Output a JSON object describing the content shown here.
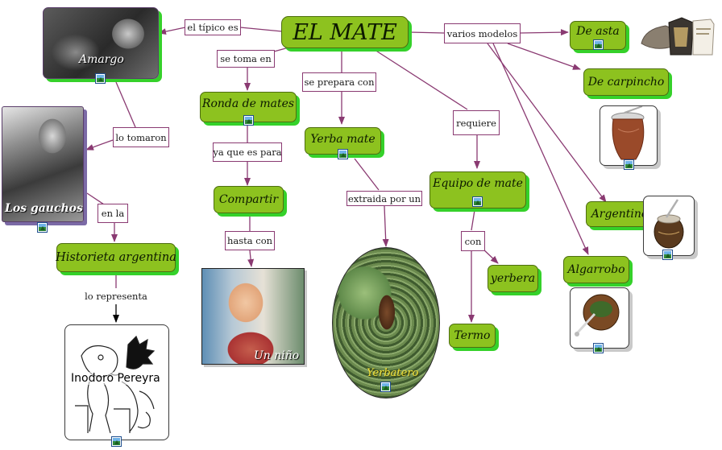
{
  "title": "EL MATE",
  "concepts": {
    "amargo": "Amargo",
    "los_gauchos": "Los gauchos",
    "historieta": "Historieta argentina",
    "inodoro": "Inodoro Pereyra",
    "ronda": "Ronda de mates",
    "compartir": "Compartir",
    "un_nino": "Un niño",
    "yerba_mate": "Yerba mate",
    "yerbatero": "Yerbatero",
    "equipo": "Equipo de mate",
    "yerbera": "yerbera",
    "termo": "Termo",
    "de_asta": "De asta",
    "de_carpincho": "De carpincho",
    "argentino": "Argentino",
    "algarrobo": "Algarrobo"
  },
  "links": {
    "el_tipico_es": "el típico es",
    "se_toma_en": "se toma en",
    "se_prepara_con": "se prepara con",
    "requiere": "requiere",
    "varios_modelos": "varios modelos",
    "lo_tomaron": "lo tomaron",
    "en_la": "en la",
    "lo_representa": "lo representa",
    "ya_que_es_para": "ya que es para",
    "hasta_con": "hasta con",
    "extraida_por_un": "extraida por un",
    "con": "con"
  },
  "colors": {
    "node_fill": "#8dc21f",
    "node_shadow": "#35d12a",
    "link_line": "#8a3a72"
  }
}
